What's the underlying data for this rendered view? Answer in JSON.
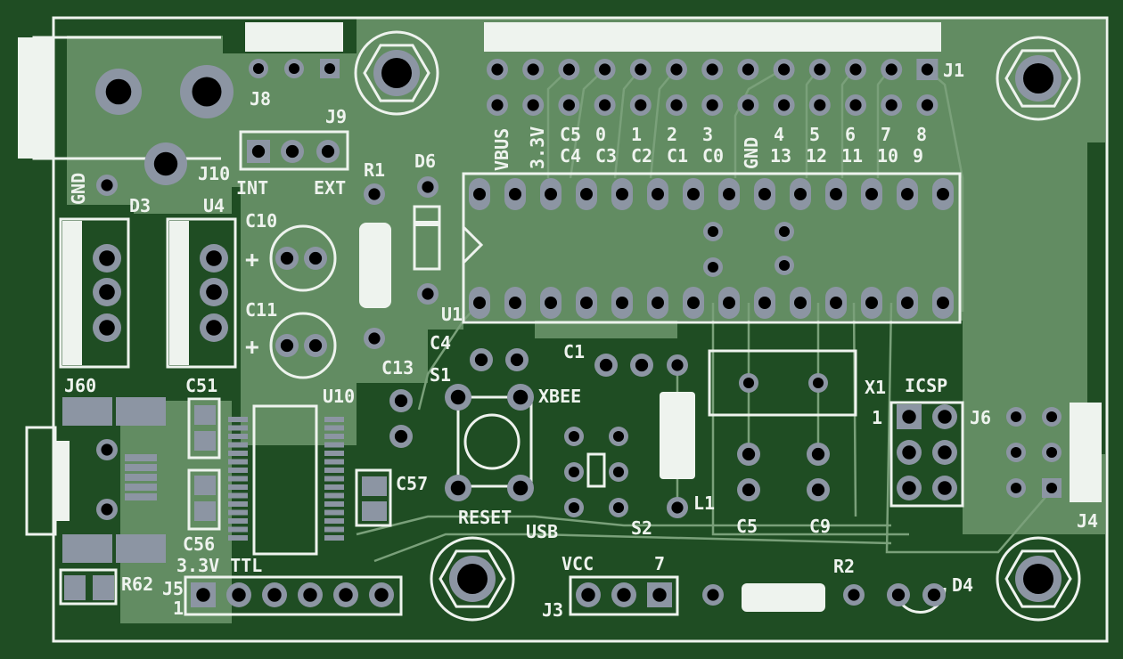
{
  "board": {
    "colors": {
      "base": "#1f4d23",
      "pour": "#628c62",
      "pad": "#8c95a3",
      "silk": "#eef3ee",
      "hole": "#000000"
    },
    "designators": {
      "j1": "J1",
      "j8": "J8",
      "j9": "J9",
      "j10": "J10",
      "d3": "D3",
      "u4": "U4",
      "r1": "R1",
      "d6": "D6",
      "c10": "C10",
      "c11": "C11",
      "u1": "U1",
      "c4": "C4",
      "c1": "C1",
      "c13": "C13",
      "s1": "S1",
      "x1": "X1",
      "j6": "J6",
      "u10": "U10",
      "c51": "C51",
      "c56": "C56",
      "c57": "C57",
      "j60": "J60",
      "r62": "R62",
      "j5": "J5",
      "s2": "S2",
      "l1": "L1",
      "c5": "C5",
      "c9": "C9",
      "j3": "J3",
      "r2": "R2",
      "d4": "D4",
      "j4": "J4"
    },
    "labels": {
      "gnd_left": "GND",
      "int": "INT",
      "ext": "EXT",
      "plus1": "+",
      "plus2": "+",
      "xbee": "XBEE",
      "icsp": "ICSP",
      "icsp_pin1": "1",
      "ttl": "3.3V TTL",
      "j5_pin1": "1",
      "reset": "RESET",
      "usb": "USB",
      "vcc": "VCC",
      "j3_pin7": "7",
      "vbus": "VBUS",
      "v33": "3.3V",
      "gnd_header": "GND"
    },
    "header_top_labels": [
      "C5",
      "0",
      "1",
      "2",
      "3",
      "4",
      "5",
      "6",
      "7",
      "8"
    ],
    "header_bottom_labels": [
      "C4",
      "C3",
      "C2",
      "C1",
      "C0",
      "13",
      "12",
      "11",
      "10",
      "9"
    ]
  }
}
